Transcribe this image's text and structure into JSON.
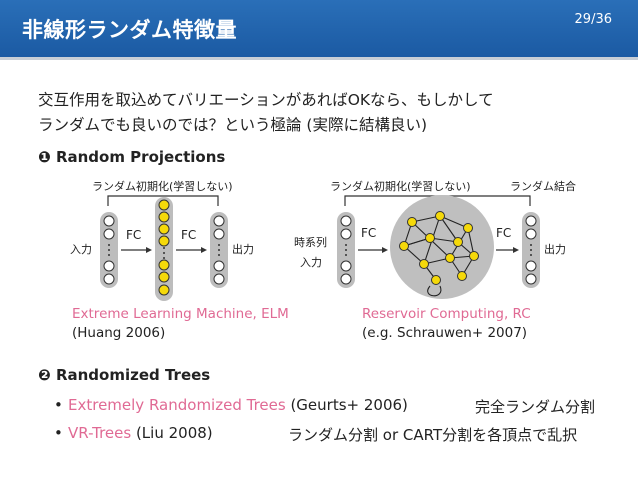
{
  "header": {
    "title": "非線形ランダム特徴量",
    "page": "29",
    "total": "/36"
  },
  "intro": {
    "line1": "交互作用を取込めてバリエーションがあればOKなら、もしかして",
    "line2": "ランダムでも良いのでは？という極論 (実際に結構良い)"
  },
  "section1": {
    "marker": "❶",
    "title": "Random Projections"
  },
  "elm": {
    "top_label": "ランダム初期化(学習しない)",
    "fc1": "FC",
    "fc2": "FC",
    "input": "入力",
    "output": "出力",
    "caption_name": "Extreme Learning Machine, ELM",
    "caption_ref": "(Huang 2006)"
  },
  "rc": {
    "top_label": "ランダム初期化(学習しない)",
    "top_label2": "ランダム結合",
    "fc1": "FC",
    "fc2": "FC",
    "input_l1": "時系列",
    "input_l2": "入力",
    "output": "出力",
    "caption_name": "Reservoir Computing, RC",
    "caption_ref": "(e.g. Schrauwen+ 2007)"
  },
  "section2": {
    "marker": "❷",
    "title": "Randomized Trees"
  },
  "bullets": [
    {
      "accent": "Extremely Randomized Trees",
      "rest": " (Geurts+ 2006)",
      "note": "完全ランダム分割"
    },
    {
      "accent": "VR-Trees",
      "rest": " (Liu 2008)",
      "note": "ランダム分割 or CART分割を各頂点で乱択"
    }
  ],
  "colors": {
    "header_blue": "#1f63ad",
    "accent_pink": "#e06a94",
    "node_yellow": "#f5d90a",
    "reservoir_gray": "#bfbfbf"
  }
}
